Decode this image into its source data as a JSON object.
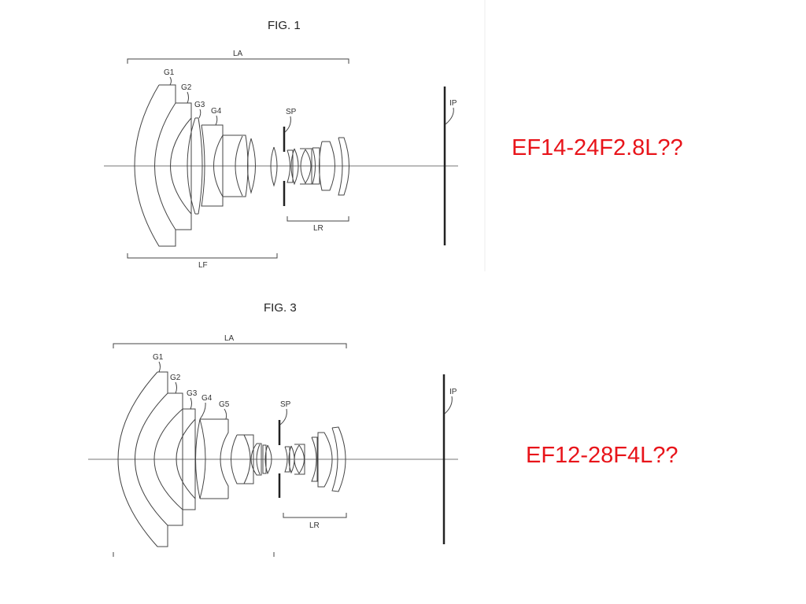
{
  "figure1": {
    "title": "FIG. 1",
    "labels": {
      "LA": "LA",
      "G1": "G1",
      "G2": "G2",
      "G3": "G3",
      "G4": "G4",
      "SP": "SP",
      "IP": "IP",
      "LR": "LR",
      "LF": "LF"
    },
    "annotation": "EF14-24F2.8L??"
  },
  "figure3": {
    "title": "FIG. 3",
    "labels": {
      "LA": "LA",
      "G1": "G1",
      "G2": "G2",
      "G3": "G3",
      "G4": "G4",
      "G5": "G5",
      "SP": "SP",
      "IP": "IP",
      "LR": "LR"
    },
    "annotation": "EF12-28F4L??"
  },
  "colors": {
    "annotation": "#e8141a"
  }
}
